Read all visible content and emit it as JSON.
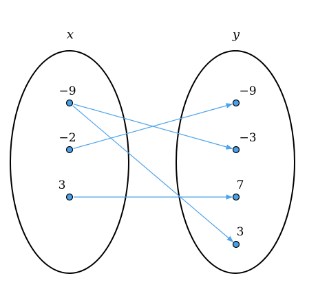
{
  "domain_set": {
    "title": "x",
    "values": [
      "−9",
      "−2",
      "3"
    ]
  },
  "codomain_set": {
    "title": "y",
    "values": [
      "−9",
      "−3",
      "7",
      "3"
    ]
  },
  "mapping": [
    {
      "from": "−9",
      "to": "−3"
    },
    {
      "from": "−9",
      "to": "3"
    },
    {
      "from": "−2",
      "to": "−9"
    },
    {
      "from": "3",
      "to": "7"
    }
  ],
  "colors": {
    "arrow": "#4da3ec",
    "dot_fill": "#4a9fe8",
    "outline": "#000000"
  }
}
